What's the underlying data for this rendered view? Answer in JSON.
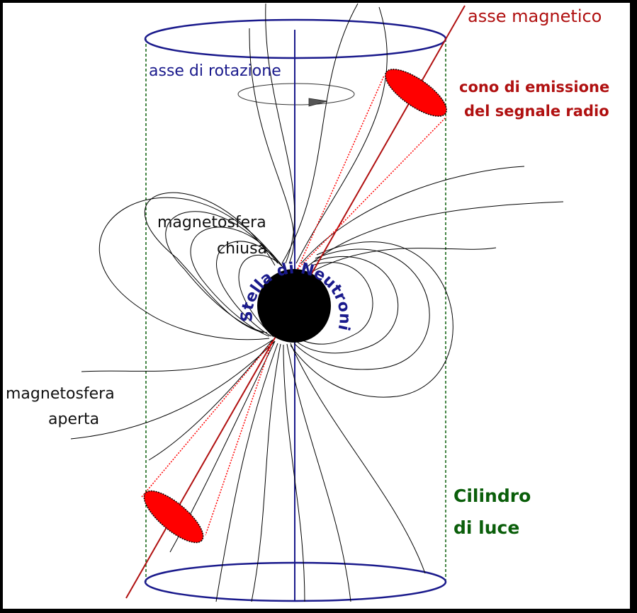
{
  "labels": {
    "magnetic_axis": "asse magnetico",
    "rotation_axis": "asse di rotazione",
    "emission_cone_line1": "cono di emissione",
    "emission_cone_line2": "del segnale radio",
    "closed_magnetosphere_line1": "magnetosfera",
    "closed_magnetosphere_line2": "chiusa",
    "open_magnetosphere_line1": "magnetosfera",
    "open_magnetosphere_line2": "aperta",
    "light_cylinder_line1": "Cilindro",
    "light_cylinder_line2": "di luce",
    "neutron_star": "Stella di Neutroni"
  },
  "colors": {
    "rotation_axis": "#1a1a8c",
    "magnetic_axis": "#b01010",
    "emission_cone": "#ff0000",
    "light_cylinder": "#0a5e0a",
    "field_lines": "#000000",
    "star": "#000000",
    "label_blue": "#1a1a8c",
    "label_red": "#b01010",
    "label_green": "#0a5e0a"
  }
}
